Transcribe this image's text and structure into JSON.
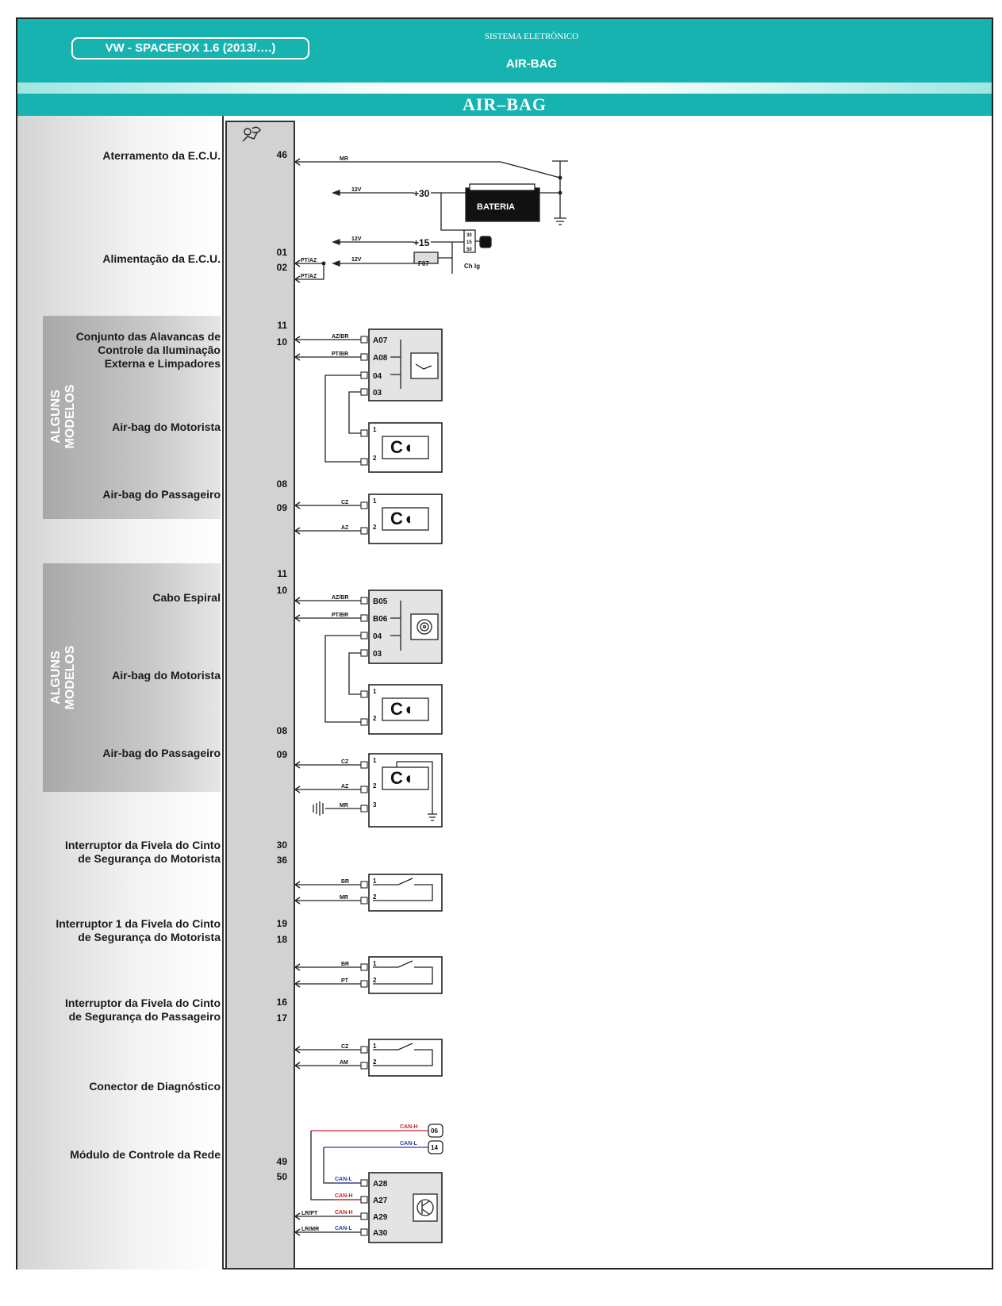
{
  "header": {
    "model": "VW - SPACEFOX 1.6 (2013/….)",
    "system_title": "SISTEMA ELETRÔNICO",
    "system_name": "AIR-BAG",
    "section_title": "AIR–BAG"
  },
  "groups": {
    "group1_label": "ALGUNS\nMODELOS",
    "group2_label": "ALGUNS\nMODELOS"
  },
  "labels": {
    "ground": "Aterramento da E.C.U.",
    "power": "Alimentação da E.C.U.",
    "levers": "Conjunto das Alavancas de\nControle da Iluminação\nExterna e Limpadores",
    "driver_airbag_1": "Air-bag do Motorista",
    "passenger_airbag_1": "Air-bag do Passageiro",
    "spiral": "Cabo Espiral",
    "driver_airbag_2": "Air-bag do Motorista",
    "passenger_airbag_2": "Air-bag do Passageiro",
    "belt_driver": "Interruptor da Fivela do Cinto\nde Segurança do Motorista",
    "belt1_driver": "Interruptor 1 da Fivela do Cinto\nde Segurança do Motorista",
    "belt_passenger": "Interruptor da Fivela do Cinto\nde Segurança do Passageiro",
    "diag": "Conector de Diagnóstico",
    "network": "Módulo de Controle da Rede"
  },
  "ecu_pins": {
    "p46": "46",
    "p01": "01",
    "p02": "02",
    "p11a": "11",
    "p10a": "10",
    "p08a": "08",
    "p09a": "09",
    "p11b": "11",
    "p10b": "10",
    "p08b": "08",
    "p09b": "09",
    "p30": "30",
    "p36": "36",
    "p19": "19",
    "p18": "18",
    "p16": "16",
    "p17": "17",
    "p49": "49",
    "p50": "50"
  },
  "wires": {
    "mr": "MR",
    "ptaz": "PT/AZ",
    "azbr": "AZ/BR",
    "ptbr": "PT/BR",
    "cz": "CZ",
    "az": "AZ",
    "br": "BR",
    "pt": "PT",
    "am": "AM",
    "lrpt": "LR/PT",
    "lrmr": "LR/MR",
    "canh": "CAN-H",
    "canl": "CAN-L"
  },
  "power": {
    "v12": "12V",
    "plus30": "+30",
    "plus15": "+15",
    "battery": "BATERIA",
    "fuse": "F07",
    "ignition": "Ch Ig",
    "ign_pins": [
      "30",
      "15",
      "50"
    ]
  },
  "connectors": {
    "lever_pins": [
      "A07",
      "A08",
      "04",
      "03"
    ],
    "spiral_pins": [
      "B05",
      "B06",
      "04",
      "03"
    ],
    "network_pins": [
      "A28",
      "A27",
      "A29",
      "A30"
    ],
    "diag_pins": [
      "06",
      "14"
    ],
    "pin1": "1",
    "pin2": "2",
    "pin3": "3"
  },
  "colors": {
    "header": "#17b3b0",
    "can_h": "#c0282a",
    "can_l": "#2c3f9c"
  }
}
